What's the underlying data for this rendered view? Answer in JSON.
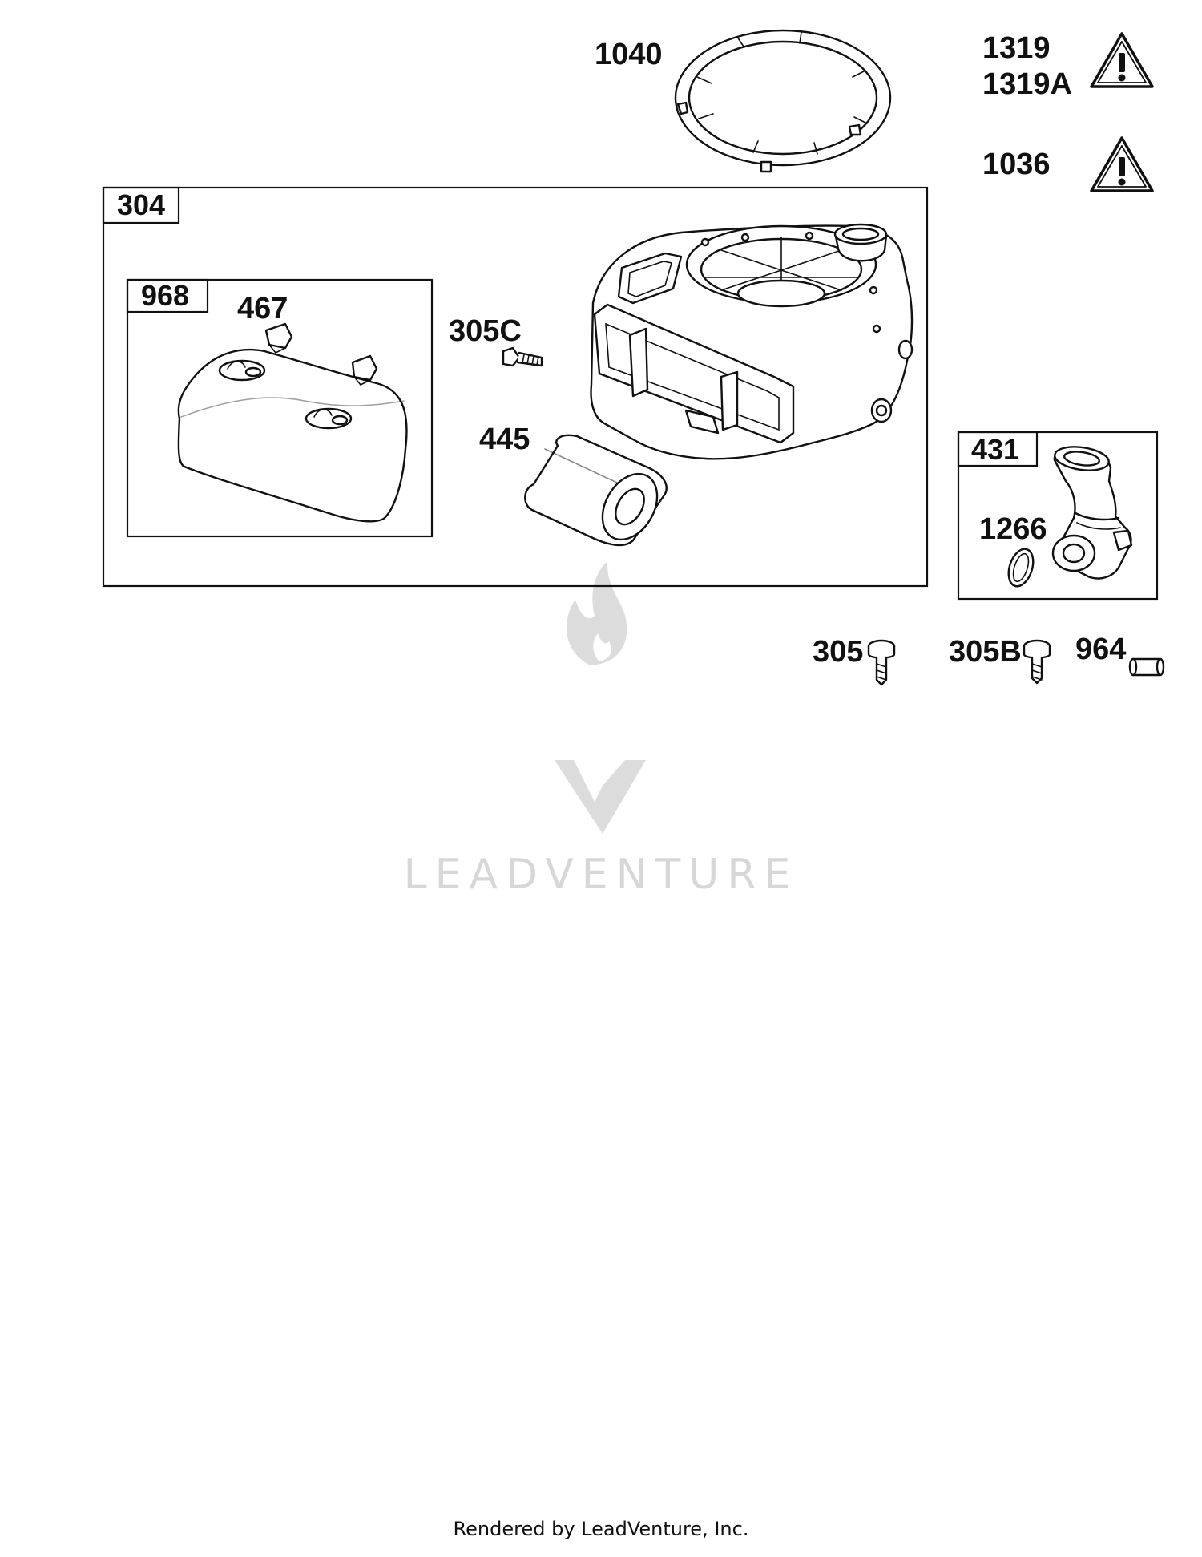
{
  "callouts": {
    "c1040": "1040",
    "c1319": "1319",
    "c1319a": "1319A",
    "c1036": "1036",
    "c304": "304",
    "c968": "968",
    "c467": "467",
    "c305c": "305C",
    "c445": "445",
    "c431": "431",
    "c1266": "1266",
    "c305": "305",
    "c305b": "305B",
    "c964": "964"
  },
  "watermark": {
    "text": "LEADVENTURE"
  },
  "footer": {
    "text": "Rendered by LeadVenture, Inc."
  },
  "icons": [
    "warning-triangle-icon",
    "leadventure-logo"
  ],
  "colors": {
    "line": "#111111",
    "watermark": "#d7d7d7",
    "background": "#ffffff"
  }
}
